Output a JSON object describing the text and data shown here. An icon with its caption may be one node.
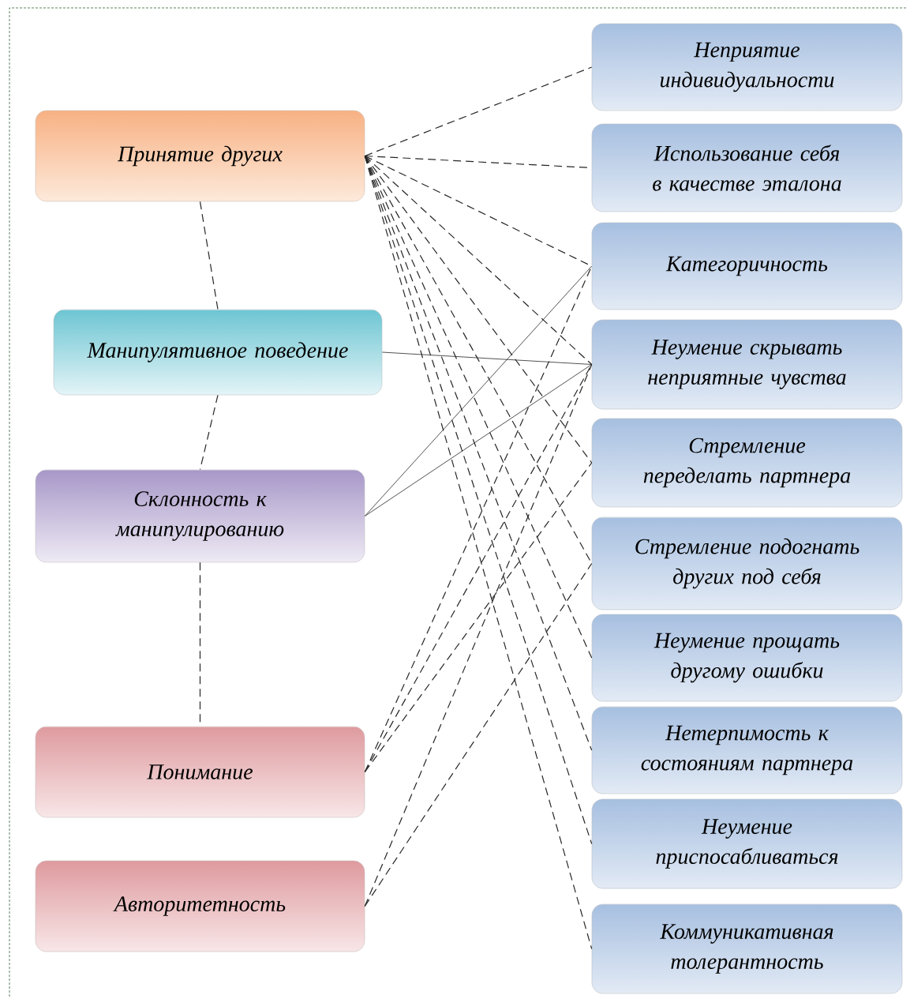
{
  "diagram": {
    "nodes": [
      {
        "text": [
          "Принятие других"
        ]
      },
      {
        "text": [
          "Манипулятивное поведение"
        ]
      },
      {
        "text": [
          "Склонность к манипулированию"
        ]
      },
      {
        "text": [
          "Понимание"
        ]
      },
      {
        "text": [
          "Авторитетность"
        ]
      },
      {
        "text": [
          "Неприятие индивидуальности"
        ]
      },
      {
        "text": [
          "Использование себя в качестве эталона"
        ]
      },
      {
        "text": [
          "Категоричность"
        ]
      },
      {
        "text": [
          "Неумение скрывать неприятные чувства"
        ]
      },
      {
        "text": [
          "Стремление переделать партнера"
        ]
      },
      {
        "text": [
          "Стремление подогнать других под себя"
        ]
      },
      {
        "text": [
          "Неумение прощать другому ошибки"
        ]
      },
      {
        "text": [
          "Нетерпимость к состояниям партнера"
        ]
      },
      {
        "text": [
          "Неумение приспосабливаться"
        ]
      },
      {
        "text": [
          "Коммуникативная толерантность"
        ]
      }
    ],
    "edges": [
      {
        "from": 0,
        "to": 1,
        "arrow": "none",
        "style": "dashed"
      },
      {
        "from": 1,
        "to": 2,
        "arrow": "none",
        "style": "dashed"
      },
      {
        "from": 2,
        "to": 3,
        "arrow": "none",
        "style": "dashed"
      },
      {
        "from": 0,
        "to": 5,
        "arrow": "none",
        "style": "dashed"
      },
      {
        "from": 0,
        "to": 6,
        "arrow": "none",
        "style": "dashed"
      },
      {
        "from": 0,
        "to": 7,
        "arrow": "none",
        "style": "dashed"
      },
      {
        "from": 0,
        "to": 8,
        "arrow": "none",
        "style": "dashed"
      },
      {
        "from": 0,
        "to": 9,
        "arrow": "none",
        "style": "dashed"
      },
      {
        "from": 0,
        "to": 10,
        "arrow": "none",
        "style": "dashed"
      },
      {
        "from": 0,
        "to": 11,
        "arrow": "none",
        "style": "dashed"
      },
      {
        "from": 0,
        "to": 12,
        "arrow": "none",
        "style": "dashed"
      },
      {
        "from": 0,
        "to": 13,
        "arrow": "none",
        "style": "dashed"
      },
      {
        "from": 0,
        "to": 14,
        "arrow": "none",
        "style": "dashed"
      },
      {
        "from": 1,
        "to": 8,
        "arrow": "none"
      },
      {
        "from": 2,
        "to": 7,
        "arrow": "none"
      },
      {
        "from": 2,
        "to": 8,
        "arrow": "none"
      },
      {
        "from": 3,
        "to": 7,
        "arrow": "none",
        "style": "dashed"
      },
      {
        "from": 3,
        "to": 8,
        "arrow": "none",
        "style": "dashed"
      },
      {
        "from": 3,
        "to": 9,
        "arrow": "none",
        "style": "dashed"
      },
      {
        "from": 4,
        "to": 8,
        "arrow": "none",
        "style": "dashed"
      },
      {
        "from": 4,
        "to": 10,
        "arrow": "none",
        "style": "dashed"
      }
    ]
  }
}
